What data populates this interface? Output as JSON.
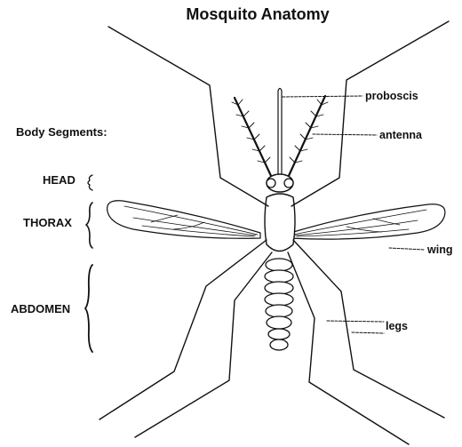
{
  "title": "Mosquito Anatomy",
  "segments_heading": "Body Segments:",
  "segments": {
    "head": "HEAD",
    "thorax": "THORAX",
    "abdomen": "ABDOMEN"
  },
  "labels": {
    "proboscis": "proboscis",
    "antenna": "antenna",
    "wing": "wing",
    "legs": "legs"
  }
}
